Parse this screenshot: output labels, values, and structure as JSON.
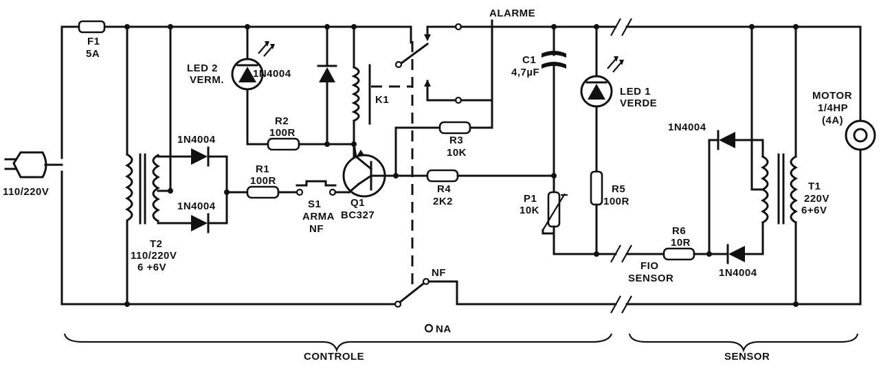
{
  "labels": {
    "alarme": "ALARME",
    "f1_name": "F1",
    "f1_value": "5A",
    "led2_name": "LED 2",
    "led2_color": "VERM.",
    "d_top": "1N4004",
    "k1": "K1",
    "c1_name": "C1",
    "c1_value": "4,7µF",
    "led1_name": "LED 1",
    "led1_color": "VERDE",
    "motor_1": "MOTOR",
    "motor_2": "1/4HP",
    "motor_3": "(4A)",
    "r2_name": "R2",
    "r2_value": "100R",
    "r3_name": "R3",
    "r3_value": "10K",
    "d_t2_top": "1N4004",
    "d_t2_bot": "1N4004",
    "r1_name": "R1",
    "r1_value": "100R",
    "q1_name": "Q1",
    "q1_type": "BC327",
    "s1_name": "S1",
    "s1_func": "ARMA",
    "s1_type": "NF",
    "r4_name": "R4",
    "r4_value": "2K2",
    "p1_name": "P1",
    "p1_value": "10K",
    "r5_name": "R5",
    "r5_value": "100R",
    "d_t1_top": "1N4004",
    "d_t1_bot": "1N4004",
    "t1_name": "T1",
    "t1_v1": "220V",
    "t1_v2": "6+6V",
    "mains": "110/220V",
    "t2_name": "T2",
    "t2_v1": "110/220V",
    "t2_v2": "6 +6V",
    "r6_name": "R6",
    "r6_value": "10R",
    "fio_1": "FIO",
    "fio_2": "SENSOR",
    "nf": "NF",
    "na": "NA",
    "controle": "CONTROLE",
    "sensor": "SENSOR"
  }
}
